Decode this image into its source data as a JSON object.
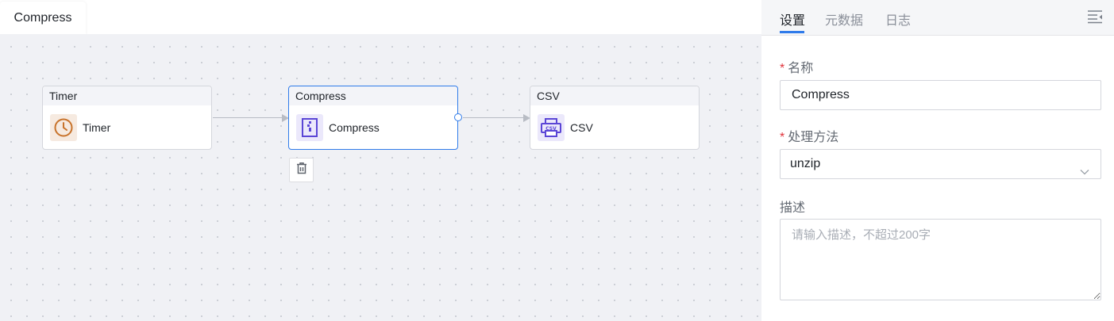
{
  "canvas": {
    "tab_title": "Compress",
    "nodes": [
      {
        "header": "Timer",
        "label": "Timer",
        "icon": "clock-icon"
      },
      {
        "header": "Compress",
        "label": "Compress",
        "icon": "archive-file-icon"
      },
      {
        "header": "CSV",
        "label": "CSV",
        "icon": "csv-printer-icon"
      }
    ],
    "csv_icon_text": "CSV"
  },
  "panel": {
    "tabs": [
      "设置",
      "元数据",
      "日志"
    ],
    "active_tab": "设置",
    "fields": {
      "name": {
        "label": "名称",
        "required": "*",
        "value": "Compress"
      },
      "method": {
        "label": "处理方法",
        "required": "*",
        "value": "unzip"
      },
      "description": {
        "label": "描述",
        "placeholder": "请输入描述，不超过200字"
      }
    }
  },
  "colors": {
    "accent": "#2f7bea",
    "canvas_bg": "#f0f1f5",
    "required": "#e0323a",
    "timer_icon": "#c8732b",
    "compress_icon": "#5b46d6"
  }
}
